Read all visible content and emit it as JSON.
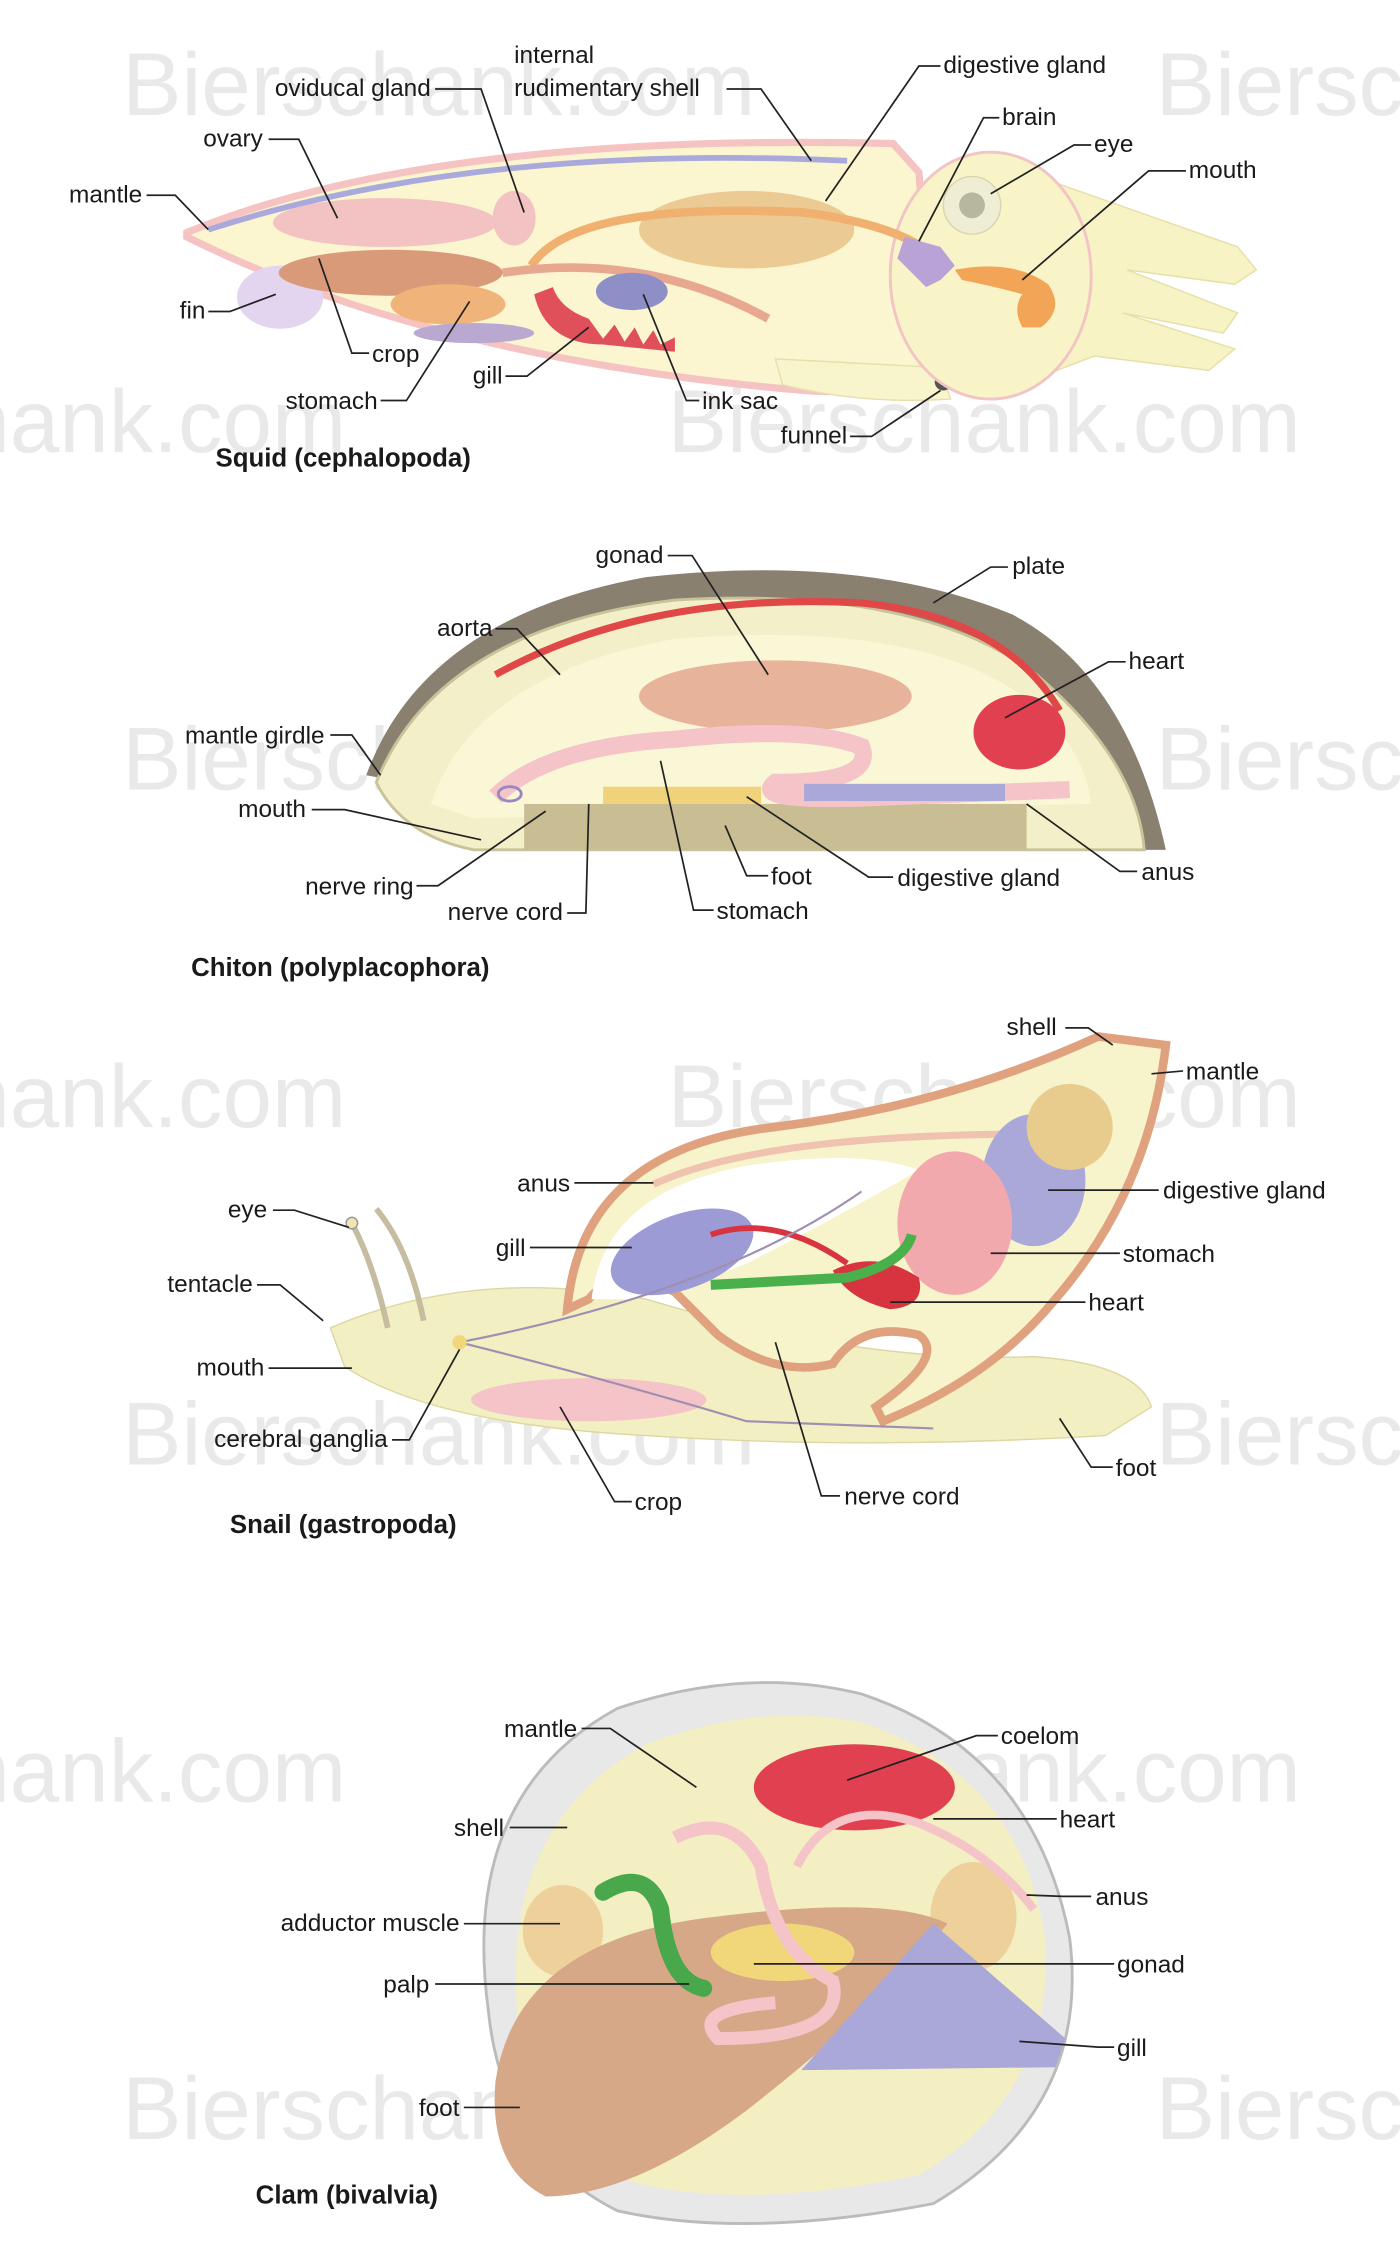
{
  "watermark": "Bierschank.com",
  "squid": {
    "title": "Squid (cephalopoda)",
    "labels": {
      "internal_1": "internal",
      "internal_2": "rudimentary shell",
      "oviducal_gland": "oviducal gland",
      "digestive_gland": "digestive gland",
      "brain": "brain",
      "eye": "eye",
      "mouth": "mouth",
      "ovary": "ovary",
      "mantle": "mantle",
      "fin": "fin",
      "crop": "crop",
      "stomach": "stomach",
      "gill": "gill",
      "ink_sac": "ink sac",
      "funnel": "funnel"
    }
  },
  "chiton": {
    "title": "Chiton (polyplacophora)",
    "labels": {
      "gonad": "gonad",
      "plate": "plate",
      "aorta": "aorta",
      "heart": "heart",
      "mantle_girdle": "mantle girdle",
      "mouth": "mouth",
      "nerve_ring": "nerve ring",
      "nerve_cord": "nerve cord",
      "foot": "foot",
      "digestive_gland": "digestive gland",
      "anus": "anus",
      "stomach": "stomach"
    }
  },
  "snail": {
    "title": "Snail (gastropoda)",
    "labels": {
      "shell": "shell",
      "mantle": "mantle",
      "anus": "anus",
      "digestive_gland": "digestive gland",
      "eye": "eye",
      "gill": "gill",
      "stomach": "stomach",
      "tentacle": "tentacle",
      "heart": "heart",
      "mouth": "mouth",
      "cerebral_ganglia": "cerebral ganglia",
      "foot": "foot",
      "crop": "crop",
      "nerve_cord": "nerve cord"
    }
  },
  "clam": {
    "title": "Clam (bivalvia)",
    "labels": {
      "mantle": "mantle",
      "coelom": "coelom",
      "shell": "shell",
      "heart": "heart",
      "anus": "anus",
      "adductor_muscle": "adductor muscle",
      "gonad": "gonad",
      "palp": "palp",
      "gill": "gill",
      "foot": "foot"
    }
  }
}
